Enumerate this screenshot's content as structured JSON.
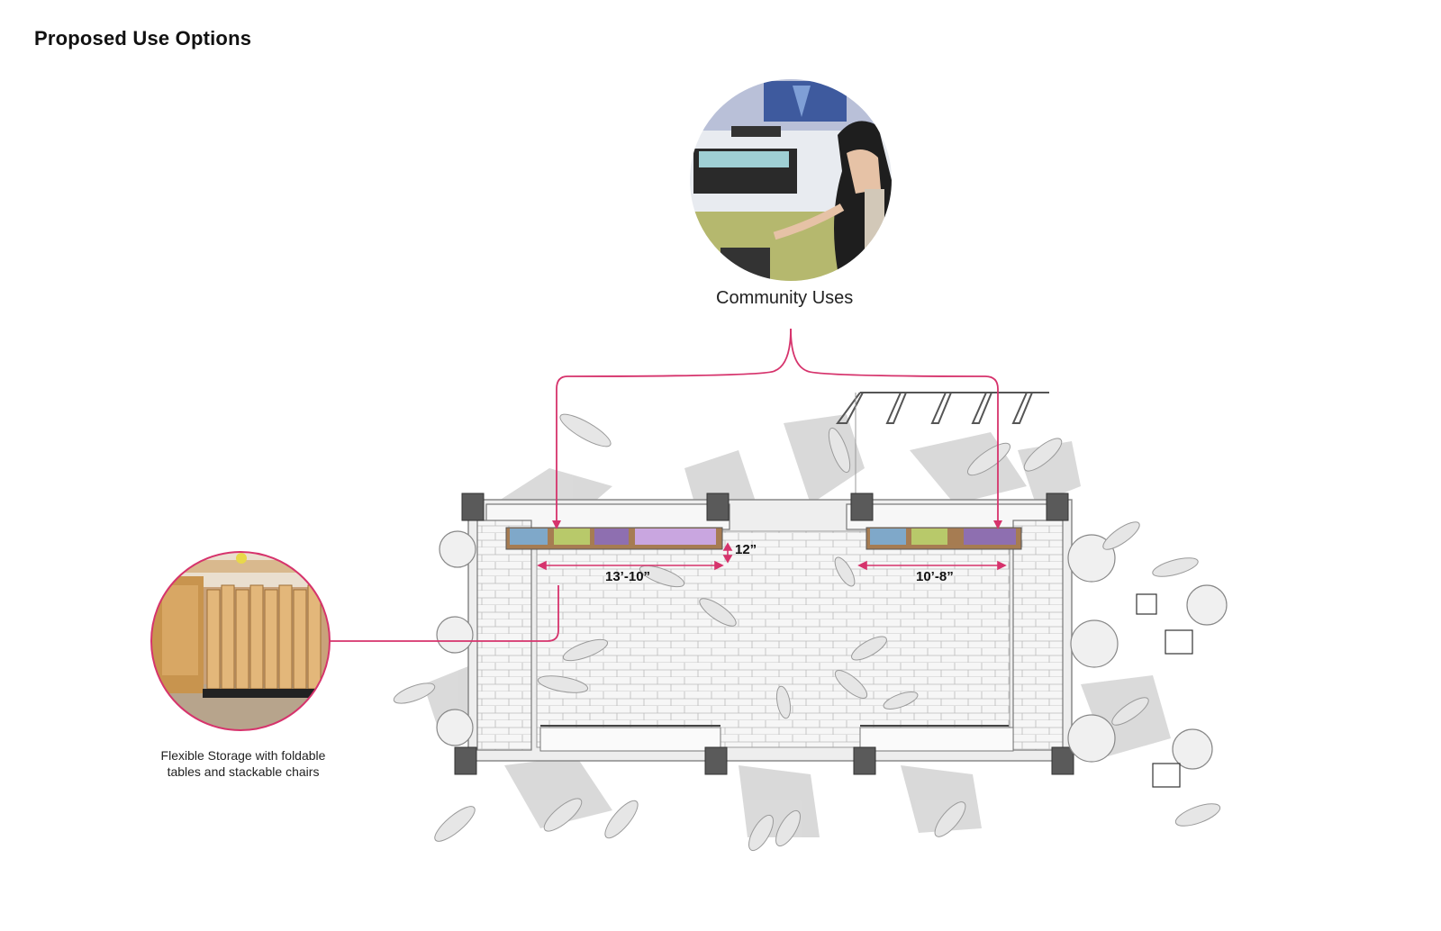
{
  "page": {
    "title": "Proposed Use Options"
  },
  "callouts": {
    "community": {
      "caption": "Community Uses"
    },
    "storage": {
      "caption_line1": "Flexible Storage with foldable",
      "caption_line2": "tables and stackable chairs"
    }
  },
  "dimensions": {
    "left_display_width": "13’-10”",
    "right_display_width": "10’-8”",
    "display_height": "12”"
  },
  "colors": {
    "accent": "#d6336c",
    "paving": "#f4f4f4",
    "shadow": "#cfcfcf",
    "post": "#555555"
  }
}
